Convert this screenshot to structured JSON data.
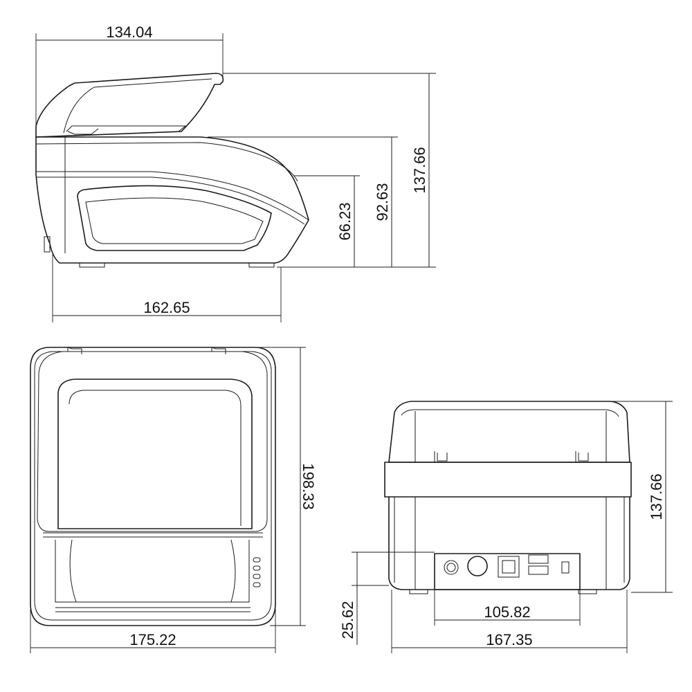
{
  "dimensions": {
    "side_top_width": "134.04",
    "side_total_height": "137.66",
    "side_mid_height": "92.63",
    "side_low_height": "66.23",
    "side_base_width": "162.65",
    "top_depth": "198.33",
    "top_width": "175.22",
    "rear_height": "137.66",
    "rear_port_height": "25.62",
    "rear_port_width": "105.82",
    "rear_width": "167.35"
  }
}
